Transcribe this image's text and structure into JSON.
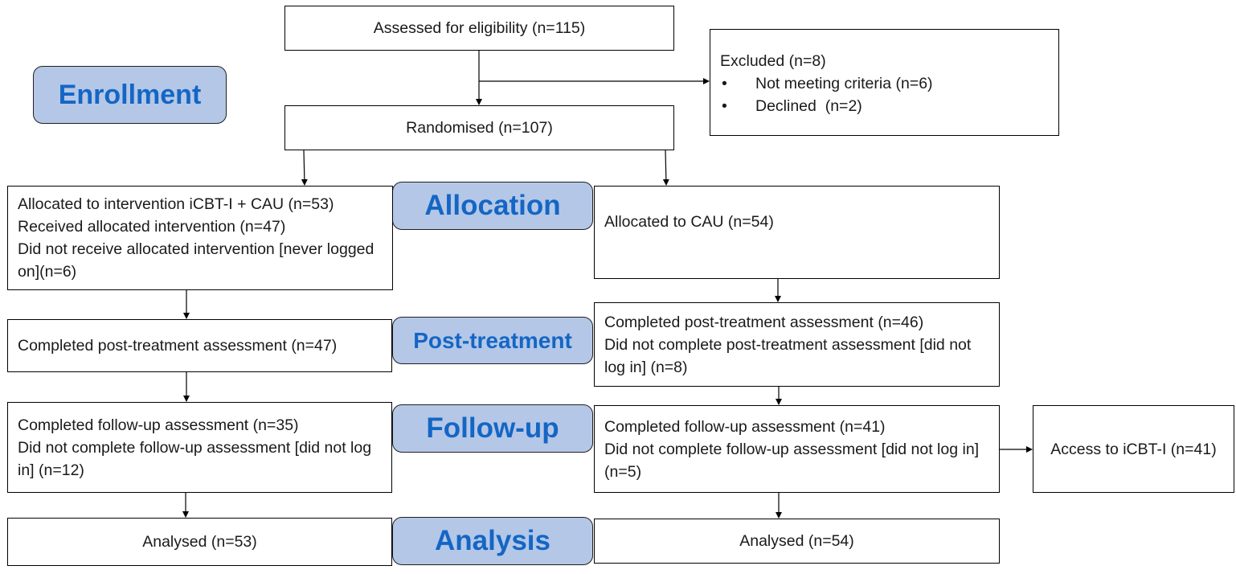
{
  "stages": {
    "enrollment": "Enrollment",
    "allocation": "Allocation",
    "post_treatment": "Post-treatment",
    "follow_up": "Follow-up",
    "analysis": "Analysis"
  },
  "assessed": "Assessed for eligibility (n=115)",
  "excluded": {
    "title": "Excluded (n=8)",
    "bullet": "•",
    "items": [
      "Not meeting criteria (n=6)",
      "Declined  (n=2)"
    ]
  },
  "randomised": "Randomised (n=107)",
  "intervention_arm": {
    "allocation": [
      "Allocated to intervention iCBT-I + CAU (n=53)",
      "Received allocated intervention (n=47)",
      "Did not receive allocated intervention [never logged on](n=6)"
    ],
    "post_treatment": "Completed post-treatment assessment (n=47)",
    "follow_up": [
      "Completed follow-up assessment (n=35)",
      "Did not complete follow-up assessment [did not log in] (n=12)"
    ],
    "analysed": "Analysed (n=53)"
  },
  "control_arm": {
    "allocation": "Allocated to CAU (n=54)",
    "post_treatment": [
      "Completed post-treatment assessment (n=46)",
      "Did not complete post-treatment assessment [did not log in] (n=8)"
    ],
    "follow_up": [
      "Completed follow-up assessment (n=41)",
      "Did not complete follow-up assessment [did not log in] (n=5)"
    ],
    "access": "Access to iCBT-I (n=41)",
    "analysed": "Analysed (n=54)"
  }
}
